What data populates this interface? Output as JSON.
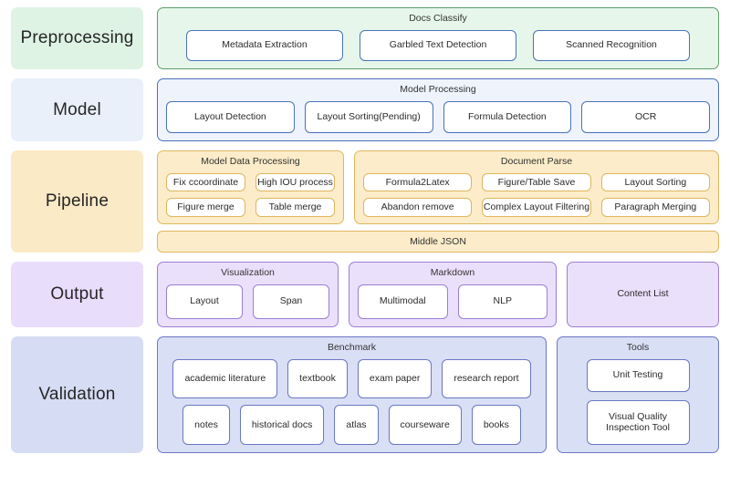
{
  "stages": [
    {
      "label": "Preprocessing",
      "panels": [
        {
          "title": "Docs Classify",
          "chips": [
            [
              "Metadata Extraction",
              "Garbled Text Detection",
              "Scanned Recognition"
            ]
          ]
        }
      ]
    },
    {
      "label": "Model",
      "panels": [
        {
          "title": "Model Processing",
          "chips": [
            [
              "Layout Detection",
              "Layout Sorting(Pending)",
              "Formula Detection",
              "OCR"
            ]
          ]
        }
      ]
    },
    {
      "label": "Pipeline",
      "panels": [
        {
          "title": "Model Data Processing",
          "chips": [
            [
              "Fix ccoordinate",
              "High IOU process"
            ],
            [
              "Figure merge",
              "Table merge"
            ]
          ]
        },
        {
          "title": "Document Parse",
          "chips": [
            [
              "Formula2Latex",
              "Figure/Table Save",
              "Layout Sorting"
            ],
            [
              "Abandon remove",
              "Complex Layout Filtering",
              "Paragraph Merging"
            ]
          ]
        }
      ],
      "bar": "Middle JSON"
    },
    {
      "label": "Output",
      "panels": [
        {
          "title": "Visualization",
          "chips": [
            [
              "Layout",
              "Span"
            ]
          ]
        },
        {
          "title": "Markdown",
          "chips": [
            [
              "Multimodal",
              "NLP"
            ]
          ]
        },
        {
          "title": "",
          "solo": "Content List"
        }
      ]
    },
    {
      "label": "Validation",
      "panels": [
        {
          "title": "Benchmark",
          "chips": [
            [
              "academic literature",
              "textbook",
              "exam paper",
              "research report"
            ],
            [
              "notes",
              "historical docs",
              "atlas",
              "courseware",
              "books"
            ]
          ]
        },
        {
          "title": "Tools",
          "chips": [
            [
              "Unit Testing"
            ],
            [
              "Visual Quality Inspection Tool"
            ]
          ]
        }
      ]
    }
  ],
  "colors": {
    "preprocessing_fill": "#dff3e4",
    "preprocessing_border": "#5d9e6d",
    "model_fill": "#eaf0fa",
    "model_border": "#4a72b8",
    "pipeline_fill": "#fbeac6",
    "pipeline_border": "#dfb65f",
    "output_fill": "#e9ddfc",
    "output_border": "#9a7ed3",
    "validation_fill": "#d6dcf3",
    "validation_border": "#6b77c4",
    "chip_fill": "#ffffff",
    "background": "#ffffff"
  }
}
